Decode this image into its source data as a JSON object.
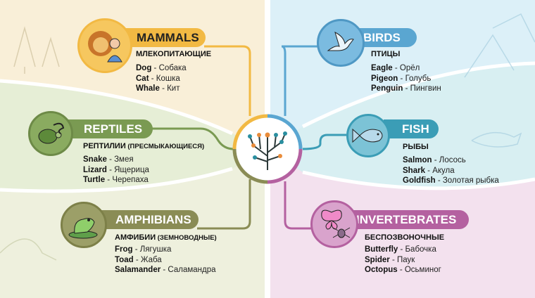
{
  "colors": {
    "mammals": "#f2b943",
    "reptiles": "#7a9a52",
    "amphibians": "#8a8c55",
    "birds": "#5aa6d1",
    "fish": "#3b9db6",
    "invertebrates": "#b461a0"
  },
  "center": {
    "icon": "network-tree-icon"
  },
  "groups": {
    "mammals": {
      "title": "MAMMALS",
      "subtitle": "МЛЕКОПИТАЮЩИЕ",
      "icon": "lion-and-person-icon",
      "items": [
        {
          "en": "Dog",
          "ru": " - Собака"
        },
        {
          "en": "Cat",
          "ru": " - Кошка"
        },
        {
          "en": "Whale",
          "ru": " - Кит"
        }
      ]
    },
    "reptiles": {
      "title": "REPTILES",
      "subtitle": "РЕПТИЛИИ",
      "subtitle_extra": " (ПРЕСМЫКАЮЩИЕСЯ)",
      "icon": "turtle-snake-icon",
      "items": [
        {
          "en": "Snake",
          "ru": " - Змея"
        },
        {
          "en": "Lizard",
          "ru": " - Ящерица"
        },
        {
          "en": "Turtle",
          "ru": " - Черепаха"
        }
      ]
    },
    "amphibians": {
      "title": "AMPHIBIANS",
      "subtitle": "АМФИБИИ",
      "subtitle_extra": " (ЗЕМНОВОДНЫЕ)",
      "icon": "frog-icon",
      "items": [
        {
          "en": "Frog",
          "ru": " - Лягушка"
        },
        {
          "en": "Toad",
          "ru": " - Жаба"
        },
        {
          "en": "Salamander",
          "ru": " - Саламандра"
        }
      ]
    },
    "birds": {
      "title": "BIRDS",
      "subtitle": "ПТИЦЫ",
      "icon": "dove-icon",
      "items": [
        {
          "en": "Eagle",
          "ru": " - Орёл"
        },
        {
          "en": "Pigeon",
          "ru": " - Голубь"
        },
        {
          "en": "Penguin",
          "ru": " - Пингвин"
        }
      ]
    },
    "fish": {
      "title": "FISH",
      "subtitle": "РЫБЫ",
      "icon": "fish-icon",
      "items": [
        {
          "en": "Salmon",
          "ru": " - Лосось"
        },
        {
          "en": "Shark",
          "ru": " - Акула"
        },
        {
          "en": "Goldfish",
          "ru": " - Золотая рыбка"
        }
      ]
    },
    "invertebrates": {
      "title": "INVERTEBRATES",
      "subtitle": "БЕСПОЗВОНОЧНЫЕ",
      "icon": "butterfly-spider-icon",
      "items": [
        {
          "en": "Butterfly",
          "ru": " - Бабочка"
        },
        {
          "en": "Spider",
          "ru": " - Паук"
        },
        {
          "en": "Octopus",
          "ru": " - Осьминог"
        }
      ]
    }
  }
}
